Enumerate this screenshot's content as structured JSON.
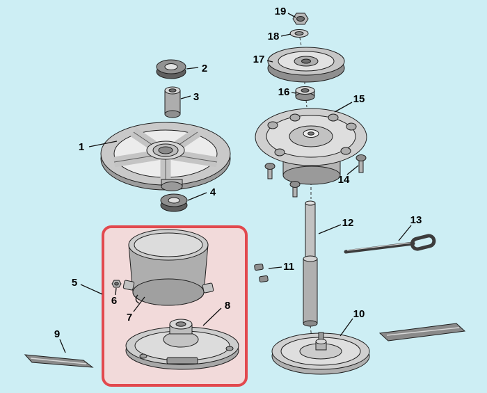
{
  "diagram": {
    "kind": "exploded-parts-diagram",
    "background_color": "#cdeef4",
    "highlight_box_stroke": "#e2494e",
    "highlight_box_fill": "#f2dada",
    "line_color": "#1f1f1f"
  },
  "labels": [
    "1",
    "2",
    "3",
    "4",
    "5",
    "6",
    "7",
    "8",
    "9",
    "10",
    "11",
    "12",
    "13",
    "14",
    "15",
    "16",
    "17",
    "18",
    "19"
  ]
}
